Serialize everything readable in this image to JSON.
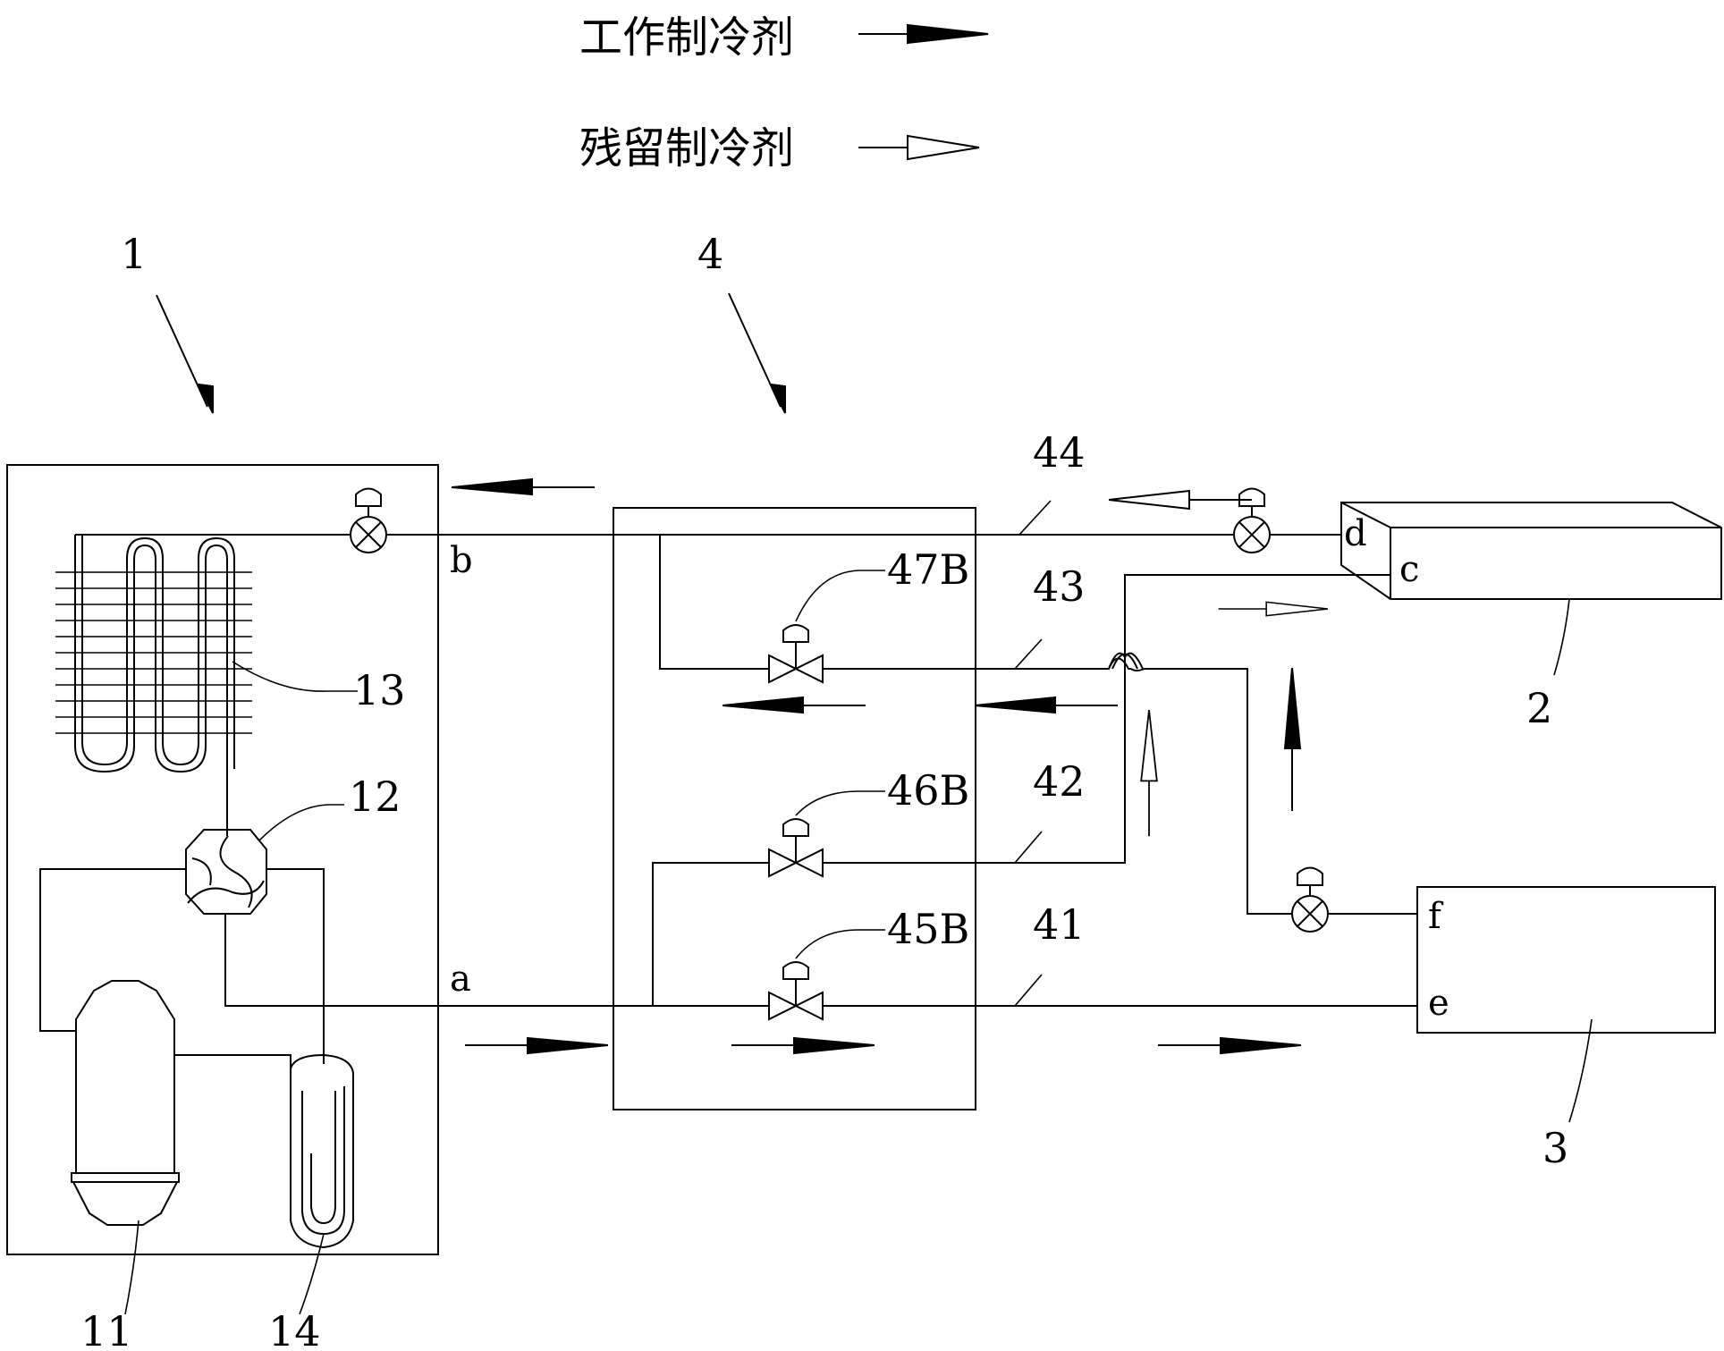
{
  "legend": {
    "working": "工作制冷剂",
    "residual": "残留制冷剂"
  },
  "refs": {
    "r1": "1",
    "r2": "2",
    "r3": "3",
    "r4": "4",
    "r11": "11",
    "r12": "12",
    "r13": "13",
    "r14": "14",
    "r41": "41",
    "r42": "42",
    "r43": "43",
    "r44": "44",
    "r45B": "45B",
    "r46B": "46B",
    "r47B": "47B"
  },
  "ports": {
    "a": "a",
    "b": "b",
    "c": "c",
    "d": "d",
    "e": "e",
    "f": "f"
  },
  "colors": {
    "line": "#000000",
    "background": "#ffffff",
    "hollow_arrow": "#ffffff"
  }
}
